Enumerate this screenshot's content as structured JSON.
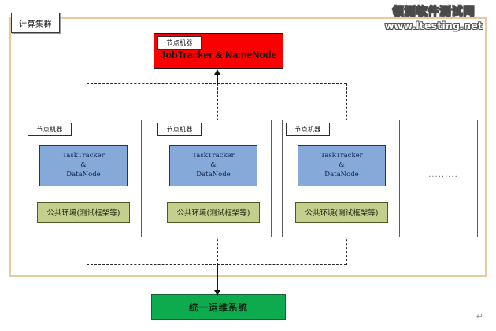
{
  "diagram": {
    "title_label": "计算集群",
    "watermark": {
      "line1": "领测软件测试网",
      "line2": "www.ltesting.net"
    },
    "paragraph_mark": "↵",
    "master": {
      "tab_label": "节点机器",
      "label": "JobTracker & NameNode",
      "color": "#fb0000"
    },
    "service_colors": {
      "service_box": "#85a9d8",
      "env_box": "#c5cf8d",
      "ops_box": "#0eaa4e",
      "container_border": "#e8c9a0"
    },
    "nodes": [
      {
        "tab_label": "节点机器",
        "service_line1": "TaskTracker",
        "service_line2": "&",
        "service_line3": "DataNode",
        "env_label": "公共环境(测试框架等)"
      },
      {
        "tab_label": "节点机器",
        "service_line1": "TaskTracker",
        "service_line2": "&",
        "service_line3": "DataNode",
        "env_label": "公共环境(测试框架等)"
      },
      {
        "tab_label": "节点机器",
        "service_line1": "TaskTracker",
        "service_line2": "&",
        "service_line3": "DataNode",
        "env_label": "公共环境(测试框架等)"
      }
    ],
    "more_nodes": {
      "ellipsis": "........."
    },
    "ops": {
      "label": "统一运维系统"
    }
  }
}
